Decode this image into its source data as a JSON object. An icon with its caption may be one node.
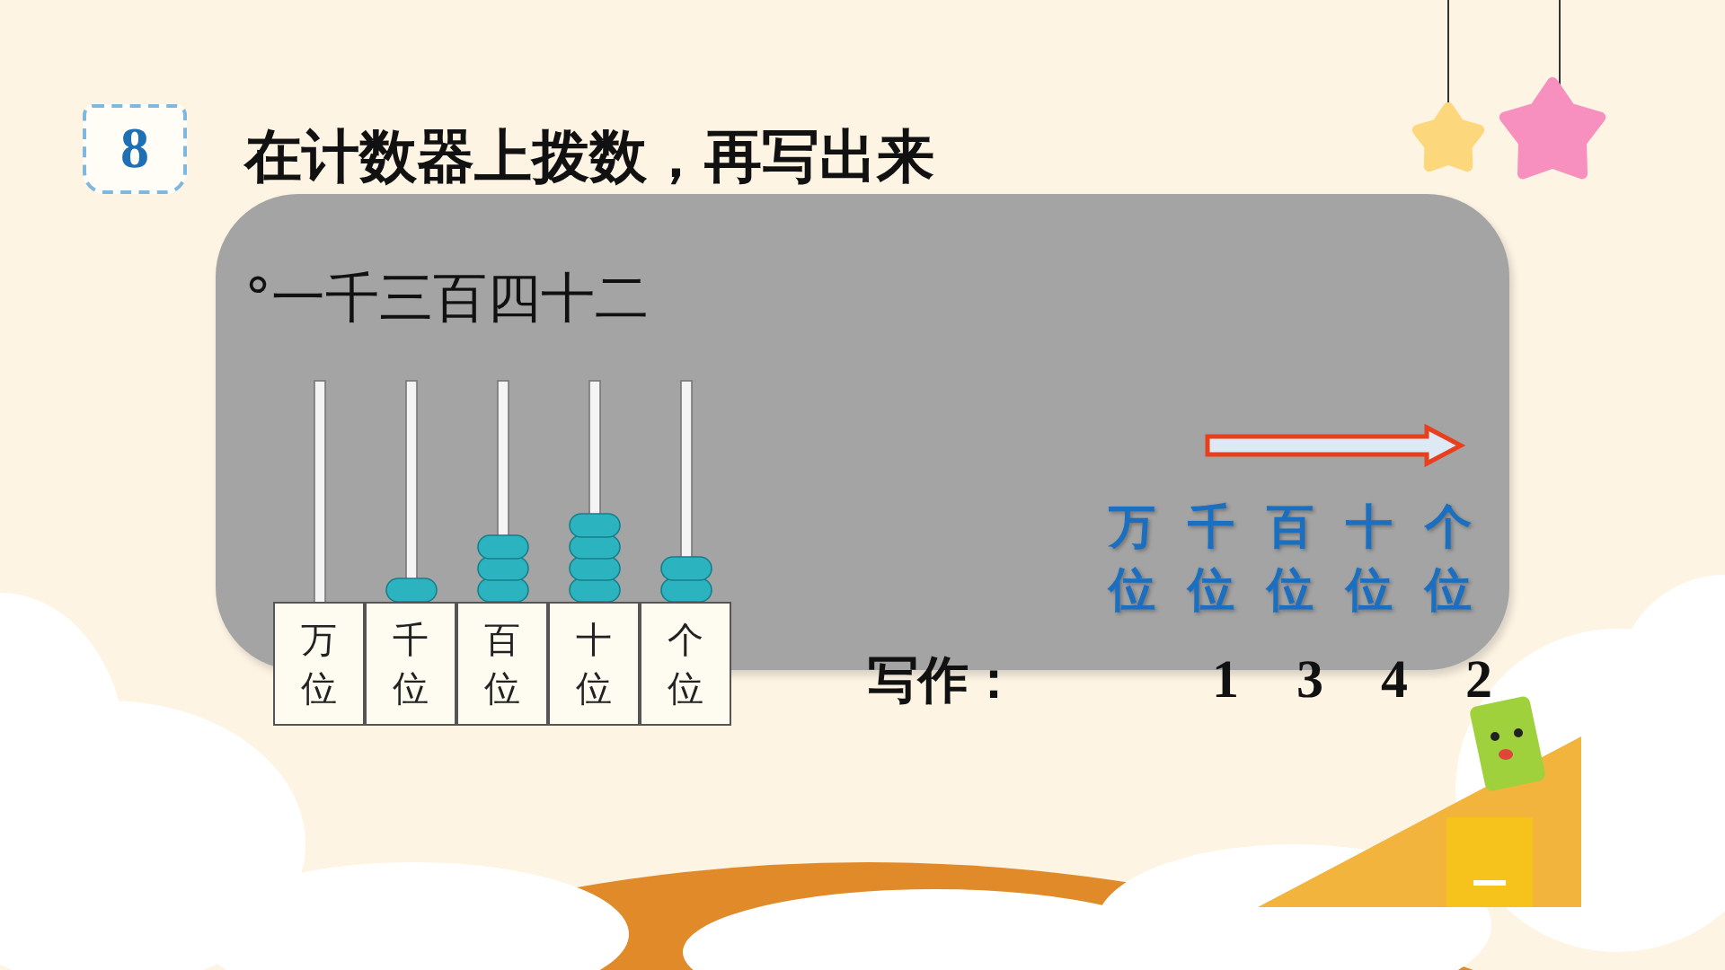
{
  "diagram": {
    "title": "在计数器上拨数，再写出来",
    "nodes": [
      {
        "text": [
          "°一千三百四十二"
        ]
      }
    ],
    "labels": [
      "8",
      "万位",
      "千位",
      "百位",
      "十位",
      "个位",
      "万位",
      "千位",
      "百位",
      "十位",
      "个位",
      "写作：",
      "1",
      "3",
      "4",
      "2"
    ]
  }
}
